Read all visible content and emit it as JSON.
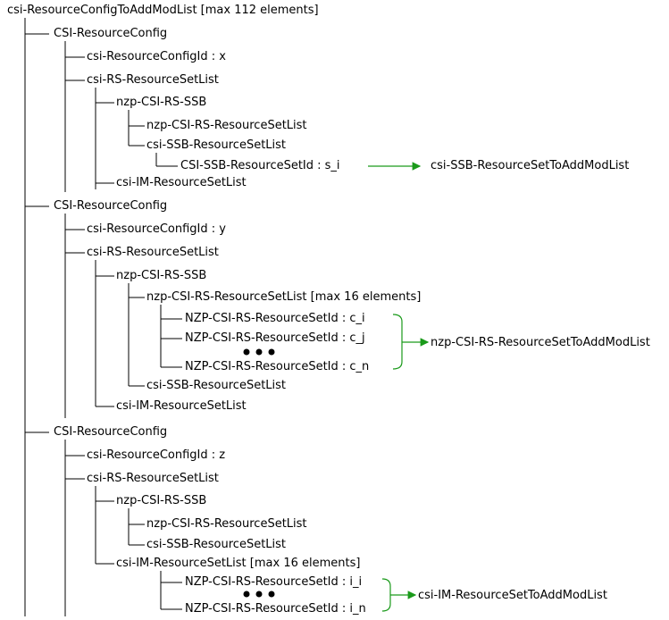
{
  "colors": {
    "line": "#000000",
    "arrow": "#1a9a1a",
    "text": "#000000"
  },
  "root": "csi-ResourceConfigToAddModList  [max 112 elements]",
  "block1": {
    "config": "CSI-ResourceConfig",
    "config_id": "csi-ResourceConfigId : x",
    "rs_set_list": "csi-RS-ResourceSetList",
    "nzp_ssb": "nzp-CSI-RS-SSB",
    "nzp_set_list": "nzp-CSI-RS-ResourceSetList",
    "ssb_set_list": "csi-SSB-ResourceSetList",
    "ssb_set_id": "CSI-SSB-ResourceSetId : s_i",
    "ssb_target": "csi-SSB-ResourceSetToAddModList",
    "im_set_list": "csi-IM-ResourceSetList"
  },
  "block2": {
    "config": "CSI-ResourceConfig",
    "config_id": "csi-ResourceConfigId : y",
    "rs_set_list": "csi-RS-ResourceSetList",
    "nzp_ssb": "nzp-CSI-RS-SSB",
    "nzp_set_list": "nzp-CSI-RS-ResourceSetList [max 16 elements]",
    "nzp_id_i": "NZP-CSI-RS-ResourceSetId : c_i",
    "nzp_id_j": "NZP-CSI-RS-ResourceSetId : c_j",
    "nzp_id_n": "NZP-CSI-RS-ResourceSetId : c_n",
    "nzp_target": "nzp-CSI-RS-ResourceSetToAddModList",
    "ssb_set_list": "csi-SSB-ResourceSetList",
    "im_set_list": "csi-IM-ResourceSetList"
  },
  "block3": {
    "config": "CSI-ResourceConfig",
    "config_id": "csi-ResourceConfigId : z",
    "rs_set_list": "csi-RS-ResourceSetList",
    "nzp_ssb": "nzp-CSI-RS-SSB",
    "nzp_set_list": "nzp-CSI-RS-ResourceSetList",
    "ssb_set_list": "csi-SSB-ResourceSetList",
    "im_set_list": "csi-IM-ResourceSetList [max 16 elements]",
    "im_id_i": "NZP-CSI-RS-ResourceSetId : i_i",
    "im_id_n": "NZP-CSI-RS-ResourceSetId : i_n",
    "im_target": "csi-IM-ResourceSetToAddModList"
  }
}
